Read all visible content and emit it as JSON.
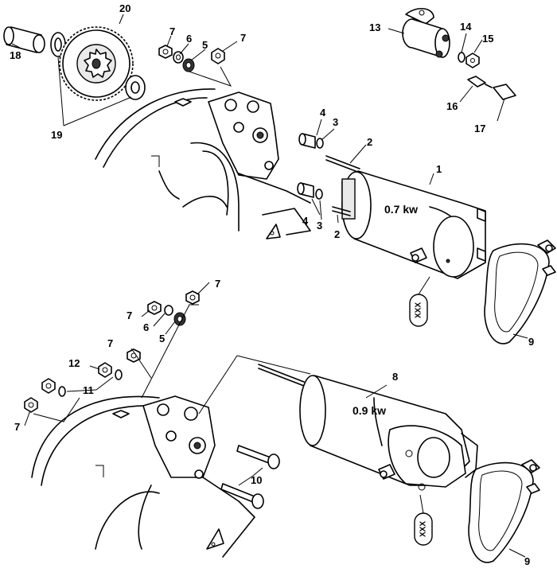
{
  "callouts": {
    "n1": "1",
    "n2a": "2",
    "n2b": "2",
    "n3a": "3",
    "n3b": "3",
    "n4a": "4",
    "n4b": "4",
    "n5a": "5",
    "n5b": "5",
    "n6a": "6",
    "n6b": "6",
    "n7a": "7",
    "n7b": "7",
    "n7c": "7",
    "n7d": "7",
    "n7e": "7",
    "n7f": "7",
    "n8": "8",
    "n9a": "9",
    "n9b": "9",
    "n10": "10",
    "n11": "11",
    "n12": "12",
    "n13": "13",
    "n14": "14",
    "n15": "15",
    "n16": "16",
    "n17": "17",
    "n18": "18",
    "n19": "19",
    "n20": "20"
  },
  "ratings": {
    "upper_motor": "0.7 kw",
    "lower_motor": "0.9 kw"
  },
  "markers": {
    "upper": "XXX",
    "lower": "XXX"
  }
}
